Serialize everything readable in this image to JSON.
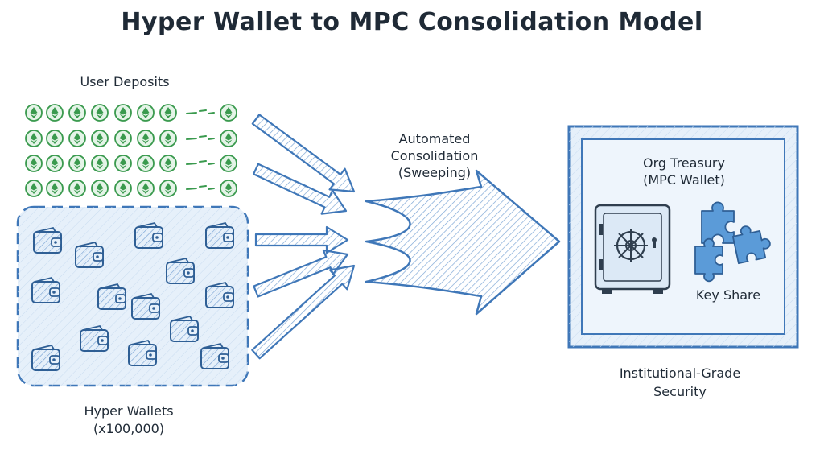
{
  "title": "Hyper Wallet to MPC Consolidation Model",
  "deposits": {
    "label": "User Deposits",
    "coin_icon": "ethereum-coin-icon"
  },
  "hyper_wallets": {
    "label_line1": "Hyper Wallets",
    "label_line2": "(x100,000)",
    "icon": "wallet-icon"
  },
  "consolidation": {
    "line1": "Automated",
    "line2": "Consolidation",
    "line3": "(Sweeping)",
    "icon": "arrow-icon"
  },
  "treasury": {
    "line1": "Org Treasury",
    "line2": "(MPC Wallet)",
    "vault_icon": "safe-icon",
    "key_icon": "puzzle-icon",
    "key_label": "Key Share"
  },
  "security": {
    "line1": "Institutional-Grade",
    "line2": "Security"
  },
  "colors": {
    "ink": "#1f2a36",
    "accent": "#3f77b8",
    "accent_light": "#5b9bd8",
    "fill": "#e6f0fa",
    "coin_green": "#3a9a4e",
    "coin_fill": "#e5f4e8"
  }
}
